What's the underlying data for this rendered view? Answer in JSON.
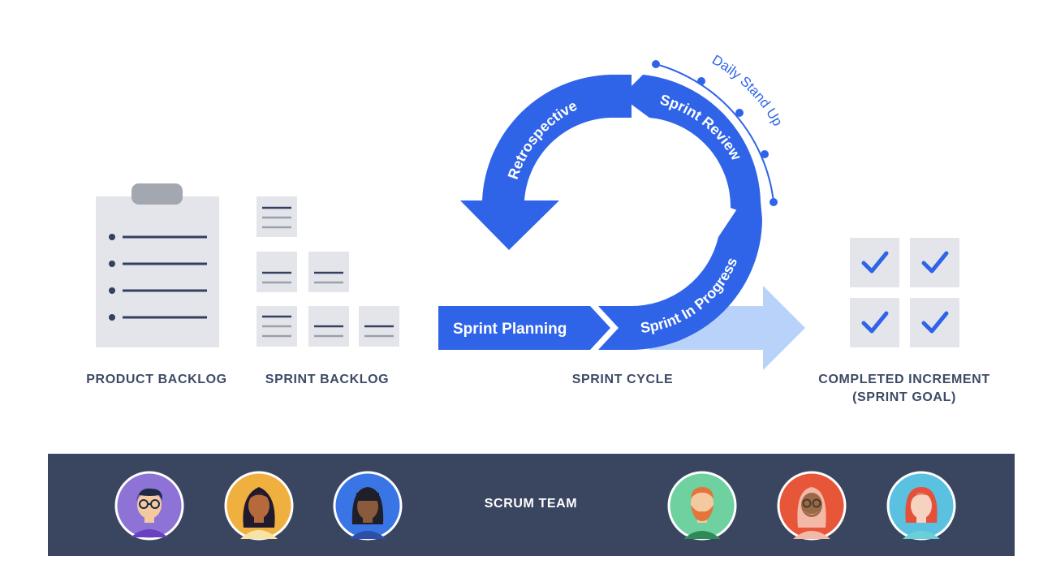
{
  "diagram": {
    "phases": {
      "retrospective": "Retrospective",
      "sprint_review": "Sprint Review",
      "sprint_in_progress": "Sprint In Progress",
      "sprint_planning": "Sprint Planning",
      "daily_standup": "Daily Stand Up"
    },
    "captions": {
      "product_backlog": "PRODUCT BACKLOG",
      "sprint_backlog": "SPRINT BACKLOG",
      "sprint_cycle": "SPRINT CYCLE",
      "completed_increment_line1": "COMPLETED INCREMENT",
      "completed_increment_line2": "(SPRINT GOAL)"
    },
    "team": {
      "label": "SCRUM TEAM",
      "members": [
        {
          "icon": "person-glasses-avatar-icon",
          "bg": "#8d73d6"
        },
        {
          "icon": "person-long-hair-avatar-icon",
          "bg": "#f0b040"
        },
        {
          "icon": "person-bangs-avatar-icon",
          "bg": "#3a75e6"
        },
        {
          "icon": "person-beard-avatar-icon",
          "bg": "#6fd0a0"
        },
        {
          "icon": "person-glasses-beard-avatar-icon",
          "bg": "#e8563a"
        },
        {
          "icon": "person-red-hair-avatar-icon",
          "bg": "#5ac1e0"
        }
      ]
    },
    "colors": {
      "primary_blue": "#2f64e8",
      "light_blue": "#b9d2fa",
      "card_gray": "#e4e5ea",
      "line_dark": "#344060",
      "line_gray": "#9aa0aa",
      "team_bar": "#3a4560"
    }
  }
}
